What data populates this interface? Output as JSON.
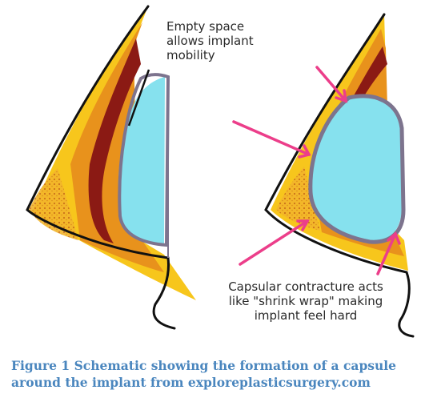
{
  "labels": {
    "empty_space": "Empty space\nallows implant\nmobility",
    "contracture": "Capsular contracture acts\nlike \"shrink wrap\" making\nimplant feel hard"
  },
  "caption": {
    "text": "Figure 1 Schematic showing the formation of a capsule around the implant from exploreplasticsurgery.com"
  },
  "colors": {
    "outline": "#111111",
    "fat_yellow": "#f7c61c",
    "fat_orange": "#e8921c",
    "muscle_red": "#8b1a14",
    "implant_blue": "#86e1ee",
    "capsule_gray": "#7d748e",
    "arrow_pink": "#ec3e8a",
    "caption_blue": "#4a86be"
  }
}
